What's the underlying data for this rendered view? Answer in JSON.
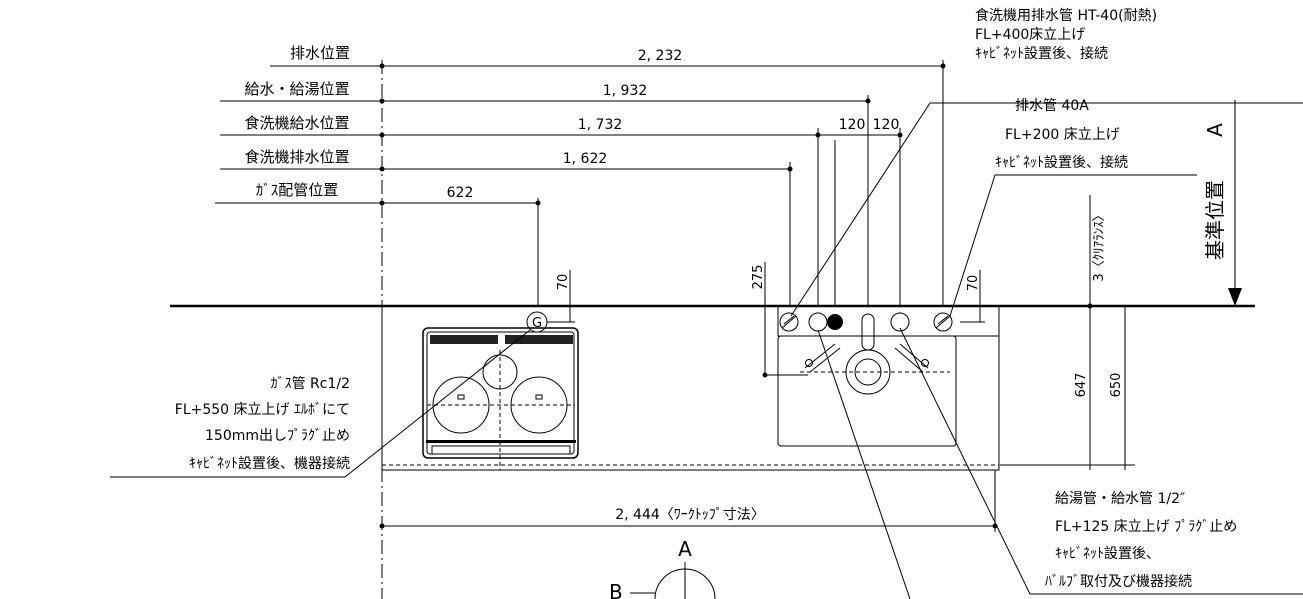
{
  "rows": [
    {
      "label": "排水位置",
      "value": "2, 232"
    },
    {
      "label": "給水・給湯位置",
      "value": "1, 932"
    },
    {
      "label": "食洗機給水位置",
      "value": "1, 732"
    },
    {
      "label": "食洗機排水位置",
      "value": "1, 622"
    },
    {
      "label": "ｶﾞｽ配管位置",
      "value": "622"
    }
  ],
  "dims": {
    "d120a": "120",
    "d120b": "120",
    "d70a": "70",
    "d275": "275",
    "d70b": "70",
    "clearance": "3〈ｸﾘｱﾗﾝｽ〉",
    "d647": "647",
    "d650": "650",
    "worktop": "2, 444〈ﾜｰｸﾄｯﾌﾟ寸法〉"
  },
  "notes": {
    "dish_drain": [
      "食洗機用排水管 HT-40(耐熱)",
      "FL+400床立上げ",
      "ｷｬﾋﾞﾈｯﾄ設置後、接続"
    ],
    "drain": [
      "排水管 40A",
      "FL+200 床立上げ",
      "ｷｬﾋﾞﾈｯﾄ設置後、接続"
    ],
    "gas": [
      "ｶﾞｽ管 Rc1/2",
      "FL+550 床立上げ ｴﾙﾎﾞにて",
      "150mm出しﾌﾟﾗｸﾞ止め",
      "ｷｬﾋﾞﾈｯﾄ設置後、機器接続"
    ],
    "water": [
      "給湯管・給水管 1/2″",
      "FL+125 床立上げ ﾌﾟﾗｸﾞ止め",
      "ｷｬﾋﾞﾈｯﾄ設置後、",
      "ﾊﾞﾙﾌﾞ取付及び機器接続"
    ]
  },
  "reference": {
    "label": "基準位置",
    "letter": "A"
  },
  "section": {
    "a": "A",
    "b": "B"
  },
  "gas_mark": "G"
}
